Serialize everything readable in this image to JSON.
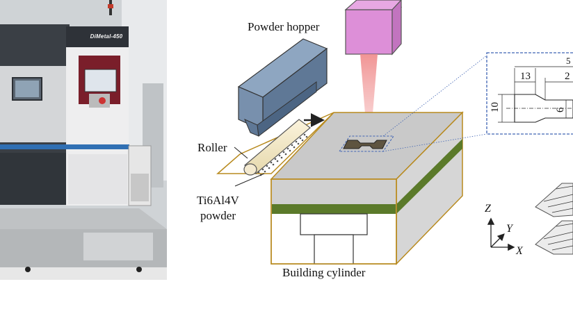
{
  "photo": {
    "machine_name": "DiMetal-450"
  },
  "labels": {
    "powder_hopper": "Powder hopper",
    "roller": "Roller",
    "powder_line1": "Ti6Al4V",
    "powder_line2": "powder",
    "building_cylinder": "Building cylinder"
  },
  "dimensions": {
    "length_13": "13",
    "length_2": "2",
    "length_5": "5",
    "width_10": "10",
    "width_6": "6"
  },
  "axes": {
    "z": "Z",
    "y": "Y",
    "x": "X"
  },
  "colors": {
    "laser_box": "#dd8fd8",
    "hopper": "#5f7896",
    "powder_bed": "#c9c9c9",
    "green_layer": "#5b7a2a",
    "frame": "#b88a1e",
    "detail_border": "#3f63b3"
  }
}
